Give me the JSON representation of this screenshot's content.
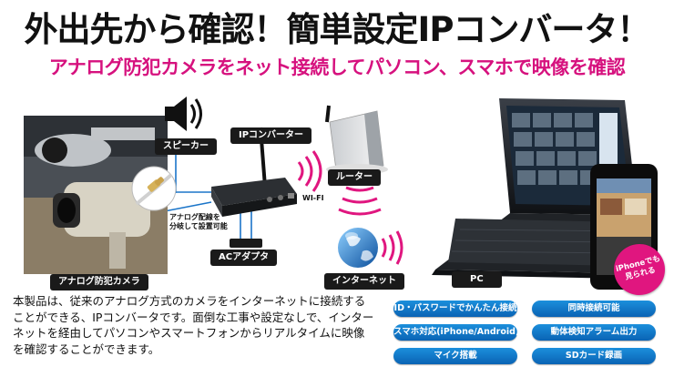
{
  "header": {
    "title": "外出先から確認！簡単設定IPコンバータ！",
    "subtitle": "アナログ防犯カメラをネット接続してパソコン、スマホで映像を確認"
  },
  "diagram": {
    "camera_label": "アナログ防犯カメラ",
    "speaker_label": "スピーカー",
    "converter_label": "IPコンバーター",
    "router_label": "ルーター",
    "internet_label": "インターネット",
    "pc_label": "PC",
    "adapter_label": "ACアダプタ",
    "wifi_text": "WI-FI",
    "note_line1": "アナログ配線を",
    "note_line2": "分岐して設置可能",
    "iphone_badge_line1": "iPhoneでも",
    "iphone_badge_line2": "見られる"
  },
  "description": "本製品は、従来のアナログ方式のカメラをインターネットに接続することができる、IPコンバータです。面倒な工事や設定なしで、インターネットを経由してパソコンやスマートフォンからリアルタイムに映像を確認することができます。",
  "features": [
    "ID・パスワードでかんたん接続",
    "同時接続可能",
    "スマホ対応(iPhone/Android)",
    "動体検知アラーム出力",
    "マイク搭載",
    "SDカード録画"
  ],
  "colors": {
    "accent": "#d6117e",
    "feature_button": "#0a63b4"
  }
}
